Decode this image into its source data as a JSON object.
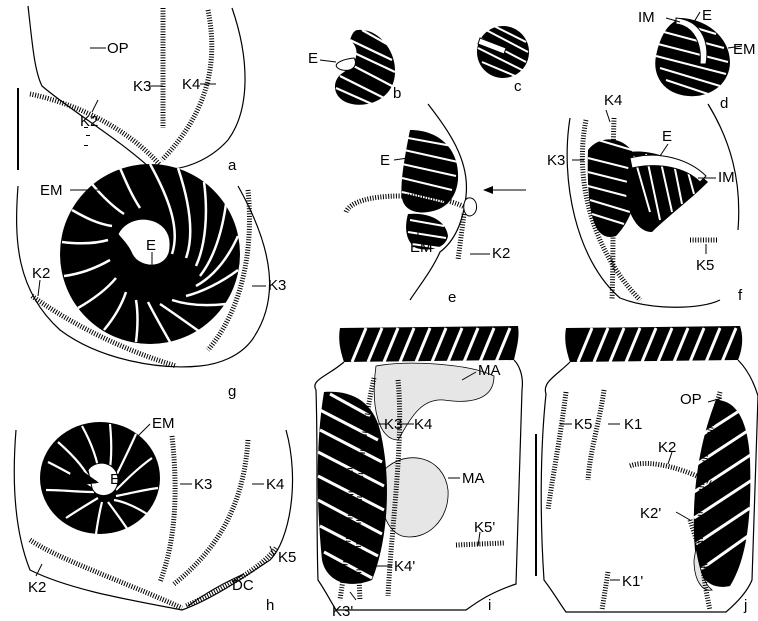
{
  "figure": {
    "panels": {
      "a": {
        "letter": "a",
        "labels": {
          "op": "OP",
          "k2": "K2",
          "k3": "K3",
          "k4": "K4"
        }
      },
      "b": {
        "letter": "b",
        "labels": {
          "e": "E"
        }
      },
      "c": {
        "letter": "c"
      },
      "d": {
        "letter": "d",
        "labels": {
          "im": "IM",
          "e": "E",
          "em": "EM"
        }
      },
      "e": {
        "letter": "e",
        "labels": {
          "e": "E",
          "em": "EM",
          "k2": "K2"
        }
      },
      "f": {
        "letter": "f",
        "labels": {
          "k3": "K3",
          "k4": "K4",
          "e": "E",
          "im": "IM",
          "k5": "K5"
        }
      },
      "g": {
        "letter": "g",
        "labels": {
          "em": "EM",
          "e": "E",
          "k2": "K2",
          "k3": "K3"
        }
      },
      "h": {
        "letter": "h",
        "labels": {
          "em": "EM",
          "e": "E",
          "k3": "K3",
          "k4": "K4",
          "k5": "K5",
          "k2": "K2",
          "dc": "DC"
        }
      },
      "i": {
        "letter": "i",
        "labels": {
          "ma1": "MA",
          "k3": "K3",
          "k4": "K4",
          "ma2": "MA",
          "k5p": "K5'",
          "k4p": "K4'",
          "k3p": "K3'"
        }
      },
      "j": {
        "letter": "j",
        "labels": {
          "k5": "K5",
          "k1": "K1",
          "op": "OP",
          "k2": "K2",
          "k2p": "K2'",
          "k1p": "K1'"
        }
      }
    }
  }
}
